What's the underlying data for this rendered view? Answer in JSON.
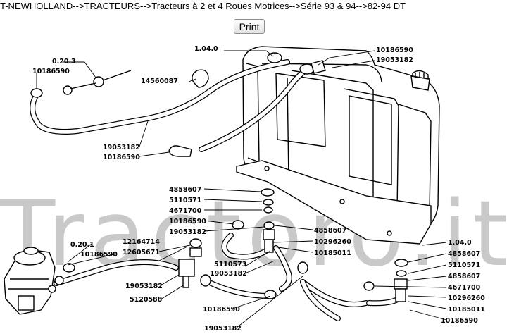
{
  "breadcrumb": "T-NEWHOLLAND-->TRACTEURS-->Tracteurs à 2 et 4 Roues Motrices-->Série 93 & 94-->82-94 DT",
  "print_label": "Print",
  "watermark": "Tractoro.it",
  "labels": {
    "l_1040_top": "1.04.0",
    "l_10186590_tr": "10186590",
    "l_19053182_tr": "19053182",
    "l_0203": "0.20.3",
    "l_10186590_tl": "10186590",
    "l_14560087": "14560087",
    "l_19053182_ml": "19053182",
    "l_10186590_ml": "10186590",
    "l_4858607_a": "4858607",
    "l_5110571_a": "5110571",
    "l_4671700_a": "4671700",
    "l_10186590_c": "10186590",
    "l_19053182_c": "19053182",
    "l_4858607_b": "4858607",
    "l_10296260_a": "10296260",
    "l_10185011_a": "10185011",
    "l_0201": "0.20.1",
    "l_10186590_l": "10186590",
    "l_12164714": "12164714",
    "l_12605671": "12605671",
    "l_5110573": "5110573",
    "l_19053182_b": "19053182",
    "l_19053182_l": "19053182",
    "l_5120588": "5120588",
    "l_10186590_b": "10186590",
    "l_19053182_bottom": "19053182",
    "l_1040_r": "1.04.0",
    "l_4858607_r1": "4858607",
    "l_5110571_r": "5110571",
    "l_4858607_r2": "4858607",
    "l_4671700_r": "4671700",
    "l_10296260_r": "10296260",
    "l_10185011_r": "10185011",
    "l_10186590_r": "10186590"
  }
}
